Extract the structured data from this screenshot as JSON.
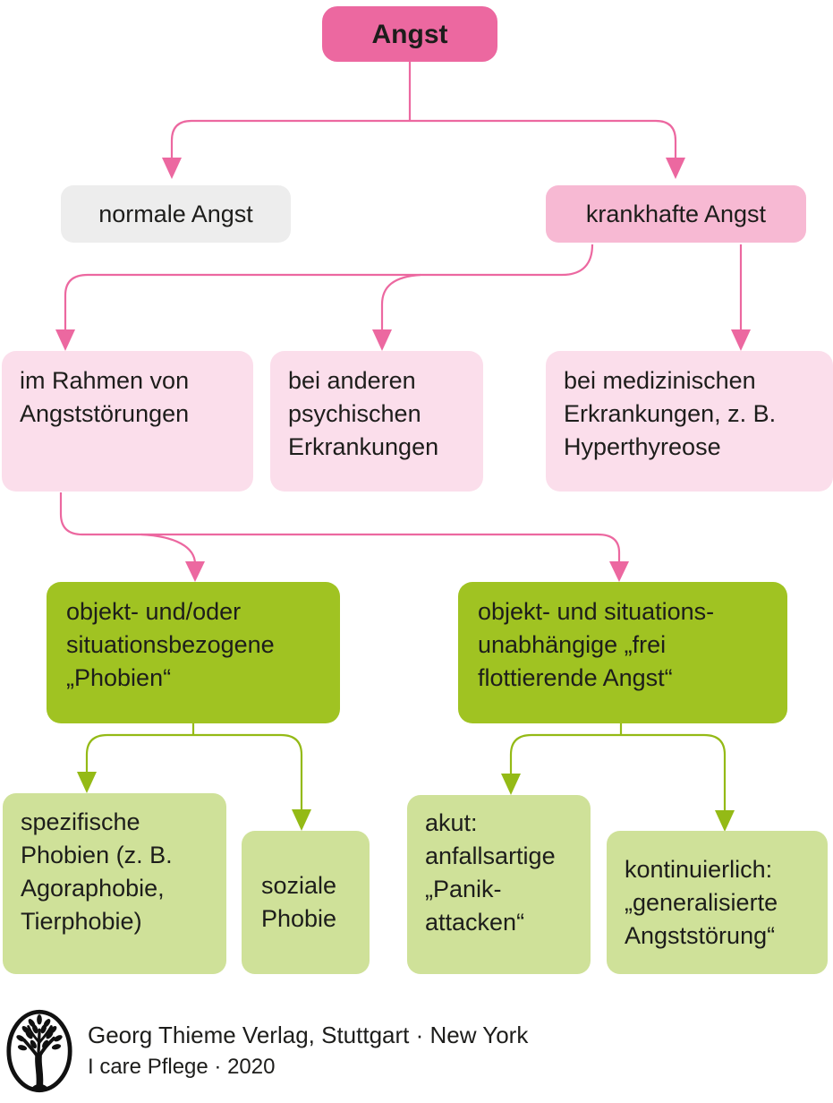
{
  "colors": {
    "pink_strong": "#ec68a0",
    "pink_medium": "#f7b9d3",
    "pink_pale": "#fbdeeb",
    "gray_light": "#ededed",
    "green_strong": "#a0c322",
    "green_pale": "#cfe199",
    "connector_pink": "#ec68a0",
    "connector_green": "#94ba16",
    "text": "#1d1d1b"
  },
  "diagram": {
    "type": "flowchart",
    "topic": "Angst"
  },
  "nodes": {
    "angst": "Angst",
    "normale_angst": "normale Angst",
    "krankhafte_angst": "krankhafte Angst",
    "im_rahmen": "im Rahmen von\nAngststörungen",
    "psychische_erkrankungen": "bei anderen\npsychischen\nErkrankungen",
    "medizinische_erkrankungen": "bei medizinischen\nErkrankungen, z. B.\nHyperthyreose",
    "phobien": "objekt- und/oder\nsituationsbezogene\n„Phobien“",
    "frei_flottierende_angst": "objekt- und situations-\nunabhängige „frei\nflottierende Angst“",
    "spezifische_phobien": "spezifische\nPhobien (z. B.\nAgoraphobie,\nTierphobie)",
    "soziale_phobie": "soziale\nPhobie",
    "panikattacken": "akut:\nanfallsartige\n„Panik-\nattacken“",
    "generalisierte_angststoerung": "kontinuierlich:\n„generalisierte\nAngststörung“"
  },
  "footer": {
    "publisher": "Georg Thieme Verlag, Stuttgart · New York",
    "source": "I care Pflege · 2020",
    "logo": "thieme-tree-logo"
  }
}
